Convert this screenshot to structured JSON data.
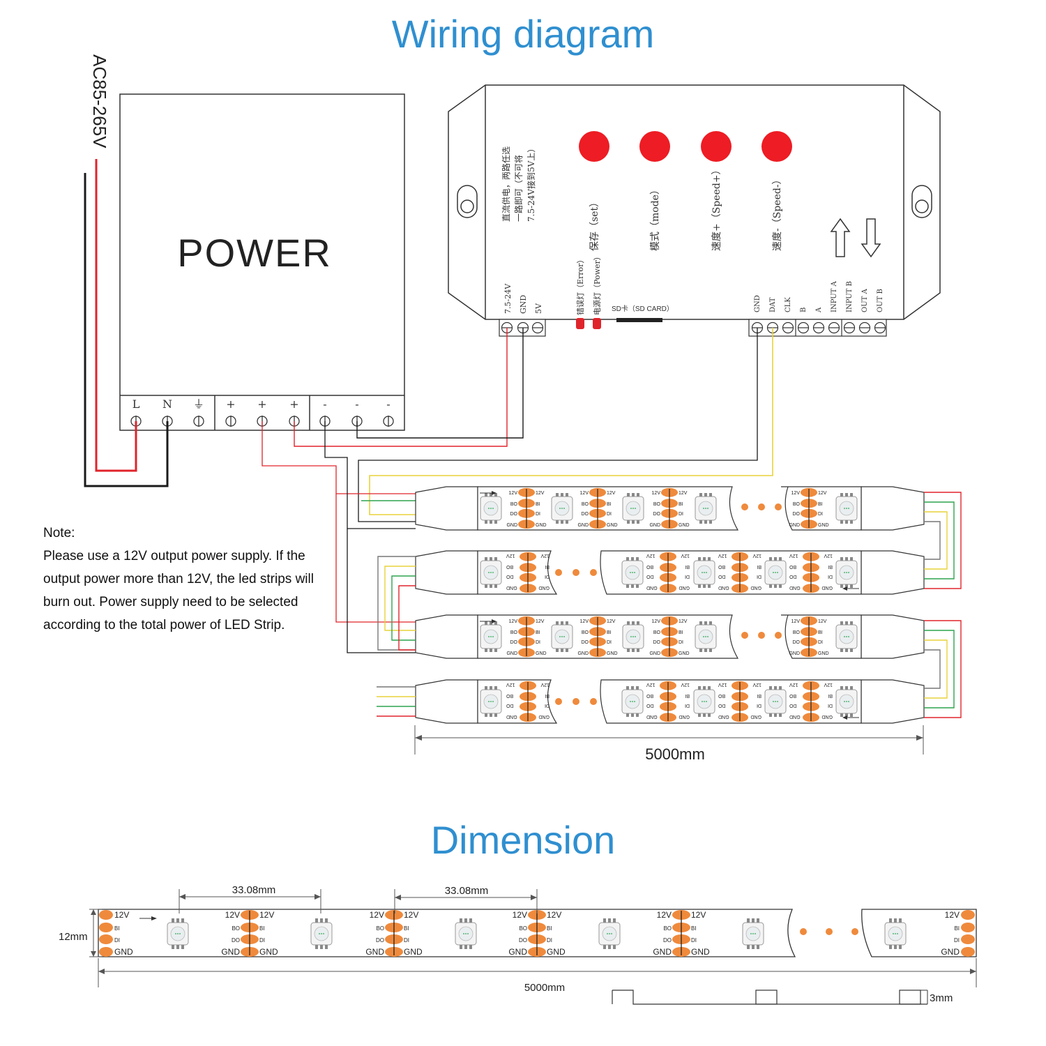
{
  "titles": {
    "wiring": "Wiring diagram",
    "dimension": "Dimension"
  },
  "power": {
    "label": "POWER",
    "ac_input": "AC85-265V",
    "terminals": [
      "L",
      "N",
      "⏚",
      "+",
      "+",
      "+",
      "-",
      "-",
      "-"
    ]
  },
  "controller": {
    "dc_note": [
      "直流供电，两路任选",
      "一路即可（不可将",
      "7.5-24V接到5V上）"
    ],
    "buttons": [
      "保存（set）",
      "模式（mode）",
      "速度+（Speed+）",
      "速度-（Speed-）"
    ],
    "power_terminals": [
      "7.5-24V",
      "GND",
      "5V"
    ],
    "leds": [
      "错误灯（Error）",
      "电源灯（Power）"
    ],
    "sd_card": "SD卡（SD CARD）",
    "signal_terminals": [
      "GND",
      "DAT",
      "CLK",
      "B",
      "A",
      "INPUT A",
      "INPUT B",
      "OUT A",
      "OUT B"
    ]
  },
  "strip_pads": {
    "v12": "12V",
    "bo": "BO",
    "bi": "BI",
    "do": "DO",
    "di": "DI",
    "gnd": "GND"
  },
  "note": {
    "heading": "Note:",
    "body": "Please use a 12V output power supply. If the output power more than 12V, the led strips will burn out. Power supply need to be selected according to the total power of LED Strip."
  },
  "dimensions": {
    "strip_length_wiring": "5000mm",
    "pitch_1": "33.08mm",
    "pitch_2": "33.08mm",
    "width": "12mm",
    "length": "5000mm",
    "thickness": "3mm"
  },
  "colors": {
    "title": "#2f8fd0",
    "button_red": "#ee1c24",
    "pad_orange": "#ef8a3c",
    "wire_red": "#e0242b",
    "wire_black": "#1a1a1a",
    "wire_yellow": "#e8d23a",
    "wire_green": "#2da44e"
  }
}
